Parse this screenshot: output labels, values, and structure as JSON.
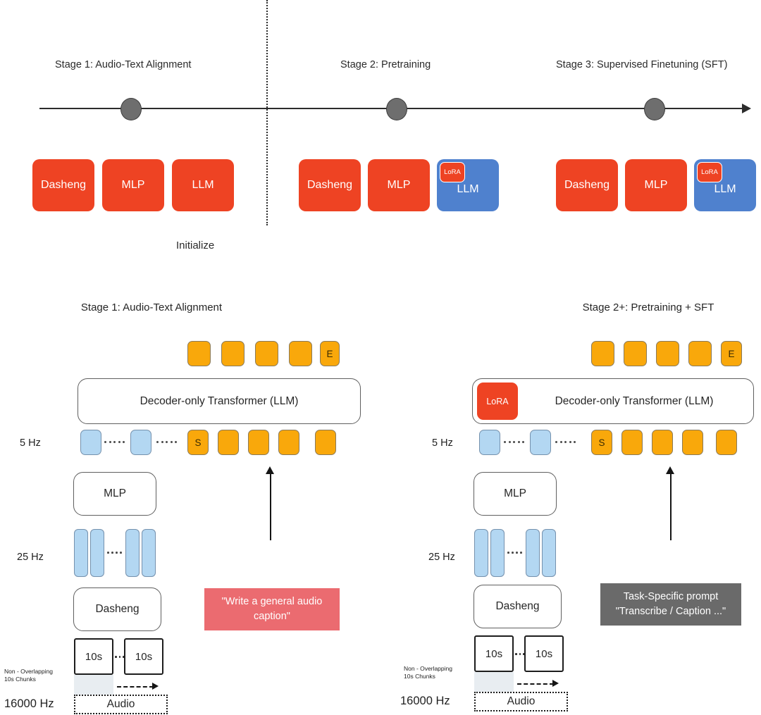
{
  "timeline": {
    "stages": [
      {
        "id": "stage1",
        "title": "Stage 1: Audio-Text Alignment"
      },
      {
        "id": "stage2",
        "title": "Stage 2: Pretraining"
      },
      {
        "id": "stage3",
        "title": "Stage 3: Supervised Finetuning (SFT)"
      }
    ],
    "initialize_label": "Initialize"
  },
  "stage_modules": {
    "stage1": [
      {
        "label": "Dasheng",
        "color": "red",
        "lora": false
      },
      {
        "label": "MLP",
        "color": "red",
        "lora": false
      },
      {
        "label": "LLM",
        "color": "red",
        "lora": false
      }
    ],
    "stage2": [
      {
        "label": "Dasheng",
        "color": "red",
        "lora": false
      },
      {
        "label": "MLP",
        "color": "red",
        "lora": false
      },
      {
        "label": "LLM",
        "color": "blue",
        "lora": true,
        "lora_label": "LoRA"
      }
    ],
    "stage3": [
      {
        "label": "Dasheng",
        "color": "red",
        "lora": false
      },
      {
        "label": "MLP",
        "color": "red",
        "lora": false
      },
      {
        "label": "LLM",
        "color": "blue",
        "lora": true,
        "lora_label": "LoRA"
      }
    ]
  },
  "diagrams": {
    "left": {
      "title": "Stage 1: Audio-Text Alignment",
      "output_tokens": [
        "",
        "",
        "",
        "",
        "E"
      ],
      "transformer_label": "Decoder-only Transformer (LLM)",
      "has_lora": false,
      "lora_label": "",
      "rate_5hz": "5 Hz",
      "input_audio_tokens": [
        "",
        ""
      ],
      "input_text_tokens": [
        "S",
        "",
        "",
        "",
        ""
      ],
      "mlp_label": "MLP",
      "rate_25hz": "25 Hz",
      "encoder_label": "Dasheng",
      "chunk_labels": [
        "10s",
        "10s"
      ],
      "chunk_note": "Non - Overlapping\n10s Chunks",
      "chunk_note_line1": "Non - Overlapping",
      "chunk_note_line2": "10s Chunks",
      "sample_rate": "16000 Hz",
      "audio_label": "Audio",
      "prompt_text": "\"Write a general audio caption\"",
      "prompt_color": "#EB6B70",
      "prompt_style": "pink"
    },
    "right": {
      "title": "Stage 2+: Pretraining + SFT",
      "output_tokens": [
        "",
        "",
        "",
        "",
        "E"
      ],
      "transformer_label": "Decoder-only Transformer (LLM)",
      "has_lora": true,
      "lora_label": "LoRA",
      "rate_5hz": "5 Hz",
      "input_audio_tokens": [
        "",
        ""
      ],
      "input_text_tokens": [
        "S",
        "",
        "",
        "",
        ""
      ],
      "mlp_label": "MLP",
      "rate_25hz": "25 Hz",
      "encoder_label": "Dasheng",
      "chunk_labels": [
        "10s",
        "10s"
      ],
      "chunk_note_line1": "Non - Overlapping",
      "chunk_note_line2": "10s Chunks",
      "sample_rate": "16000 Hz",
      "audio_label": "Audio",
      "prompt_line1": "Task-Specific prompt",
      "prompt_line2": "\"Transcribe / Caption ...\"",
      "prompt_color": "#6A6A6A",
      "prompt_style": "gray"
    }
  },
  "colors": {
    "red": "#EE4323",
    "blue_module": "#4F81CE",
    "orange_token": "#F9A80B",
    "blue_token": "#B3D7F2",
    "pink_prompt": "#EB6B70",
    "gray_prompt": "#6A6A6A",
    "timeline": "#2C2C2C"
  }
}
